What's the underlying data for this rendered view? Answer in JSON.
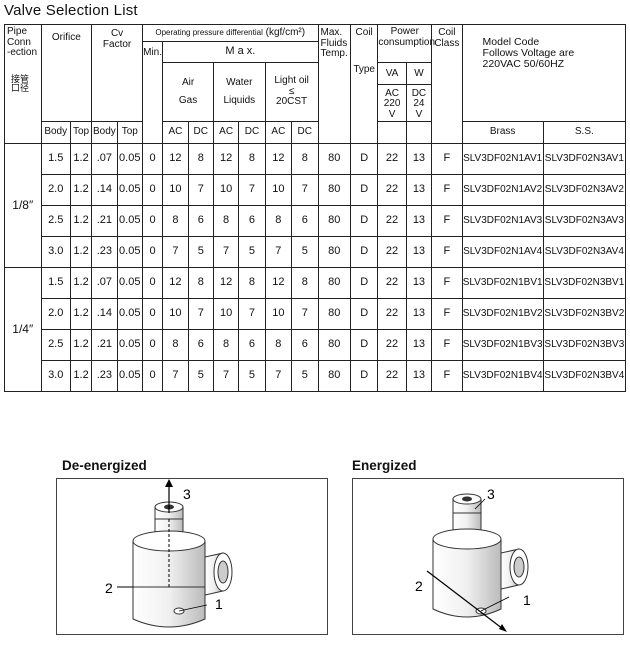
{
  "title": "Valve Selection List",
  "headers": {
    "pipe_conn": [
      "Pipe",
      "Conn",
      "-ection"
    ],
    "pipe_conn_cn": [
      "接管",
      "口径"
    ],
    "orifice": "Orifice",
    "cv": [
      "Cv",
      "Factor"
    ],
    "min": "Min.",
    "opd": "Operating pressure differential",
    "opd_unit": "(kgf/cm²)",
    "max": "M a x.",
    "air": "Air",
    "gas": "Gas",
    "water": "Water",
    "liquids": "Liquids",
    "lightoil": "Light oil",
    "leq": "≤",
    "cst": "20CST",
    "max_fluids": [
      "Max.",
      "Fluids",
      "Temp."
    ],
    "coil": "Coil",
    "type": "Type",
    "power": [
      "Power",
      "consumption"
    ],
    "va": "VA",
    "w": "W",
    "ac220": [
      "AC",
      "220",
      "V"
    ],
    "dc24": [
      "DC",
      "24",
      "V"
    ],
    "coil_class": [
      "Coil",
      "Class"
    ],
    "model": [
      "Model Code",
      "Follows Voltage are",
      "220VAC  50/60HZ"
    ],
    "body": "Body",
    "top": "Top",
    "ac": "AC",
    "dc": "DC",
    "brass": "Brass",
    "ss": "S.S."
  },
  "groups": [
    {
      "size": "1/8″",
      "rows": [
        {
          "ob": "1.5",
          "ot": "1.2",
          "cb": ".07",
          "ct": "0.05",
          "min": "0",
          "aac": "12",
          "adc": "8",
          "wac": "12",
          "wdc": "8",
          "lac": "12",
          "ldc": "8",
          "temp": "80",
          "type": "D",
          "va": "22",
          "w": "13",
          "cls": "F",
          "brass": "SLV3DF02N1AV1",
          "ss": "SLV3DF02N3AV1"
        },
        {
          "ob": "2.0",
          "ot": "1.2",
          "cb": ".14",
          "ct": "0.05",
          "min": "0",
          "aac": "10",
          "adc": "7",
          "wac": "10",
          "wdc": "7",
          "lac": "10",
          "ldc": "7",
          "temp": "80",
          "type": "D",
          "va": "22",
          "w": "13",
          "cls": "F",
          "brass": "SLV3DF02N1AV2",
          "ss": "SLV3DF02N3AV2"
        },
        {
          "ob": "2.5",
          "ot": "1.2",
          "cb": ".21",
          "ct": "0.05",
          "min": "0",
          "aac": "8",
          "adc": "6",
          "wac": "8",
          "wdc": "6",
          "lac": "8",
          "ldc": "6",
          "temp": "80",
          "type": "D",
          "va": "22",
          "w": "13",
          "cls": "F",
          "brass": "SLV3DF02N1AV3",
          "ss": "SLV3DF02N3AV3"
        },
        {
          "ob": "3.0",
          "ot": "1.2",
          "cb": ".23",
          "ct": "0.05",
          "min": "0",
          "aac": "7",
          "adc": "5",
          "wac": "7",
          "wdc": "5",
          "lac": "7",
          "ldc": "5",
          "temp": "80",
          "type": "D",
          "va": "22",
          "w": "13",
          "cls": "F",
          "brass": "SLV3DF02N1AV4",
          "ss": "SLV3DF02N3AV4"
        }
      ]
    },
    {
      "size": "1/4″",
      "rows": [
        {
          "ob": "1.5",
          "ot": "1.2",
          "cb": ".07",
          "ct": "0.05",
          "min": "0",
          "aac": "12",
          "adc": "8",
          "wac": "12",
          "wdc": "8",
          "lac": "12",
          "ldc": "8",
          "temp": "80",
          "type": "D",
          "va": "22",
          "w": "13",
          "cls": "F",
          "brass": "SLV3DF02N1BV1",
          "ss": "SLV3DF02N3BV1"
        },
        {
          "ob": "2.0",
          "ot": "1.2",
          "cb": ".14",
          "ct": "0.05",
          "min": "0",
          "aac": "10",
          "adc": "7",
          "wac": "10",
          "wdc": "7",
          "lac": "10",
          "ldc": "7",
          "temp": "80",
          "type": "D",
          "va": "22",
          "w": "13",
          "cls": "F",
          "brass": "SLV3DF02N1BV2",
          "ss": "SLV3DF02N3BV2"
        },
        {
          "ob": "2.5",
          "ot": "1.2",
          "cb": ".21",
          "ct": "0.05",
          "min": "0",
          "aac": "8",
          "adc": "6",
          "wac": "8",
          "wdc": "6",
          "lac": "8",
          "ldc": "6",
          "temp": "80",
          "type": "D",
          "va": "22",
          "w": "13",
          "cls": "F",
          "brass": "SLV3DF02N1BV3",
          "ss": "SLV3DF02N3BV3"
        },
        {
          "ob": "3.0",
          "ot": "1.2",
          "cb": ".23",
          "ct": "0.05",
          "min": "0",
          "aac": "7",
          "adc": "5",
          "wac": "7",
          "wdc": "5",
          "lac": "7",
          "ldc": "5",
          "temp": "80",
          "type": "D",
          "va": "22",
          "w": "13",
          "cls": "F",
          "brass": "SLV3DF02N1BV4",
          "ss": "SLV3DF02N3BV4"
        }
      ]
    }
  ],
  "diagrams": {
    "deenergized": {
      "title": "De-energized",
      "labels": {
        "p1": "1",
        "p2": "2",
        "p3": "3"
      }
    },
    "energized": {
      "title": "Energized",
      "labels": {
        "p1": "1",
        "p2": "2",
        "p3": "3"
      }
    }
  }
}
